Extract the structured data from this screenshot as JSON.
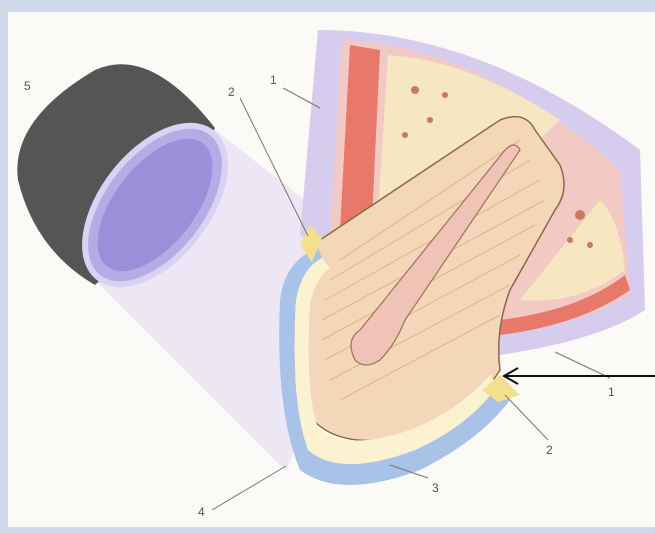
{
  "labels": {
    "l5": "5",
    "l2_top": "2",
    "l1_top": "1",
    "l1_right": "1",
    "l2_right": "2",
    "l3": "3",
    "l4": "4"
  },
  "colors": {
    "page_bg": "#cfd9ea",
    "paper": "#fbfaf7",
    "light_beam": "#e9e2f4",
    "lamp_body": "#5a5a5a",
    "lamp_lens": "#9c8fd9",
    "mucosa": "#d6ccee",
    "gingiva_pink": "#f2c9c3",
    "bone_red": "#e8786a",
    "bone_yellow": "#f6e6c2",
    "root": "#f3d7b8",
    "pulp": "#efc3b6",
    "enamel_blue": "#a9c3e8",
    "sealant_yellow": "#fbf3cf",
    "arrow": "#111111"
  }
}
